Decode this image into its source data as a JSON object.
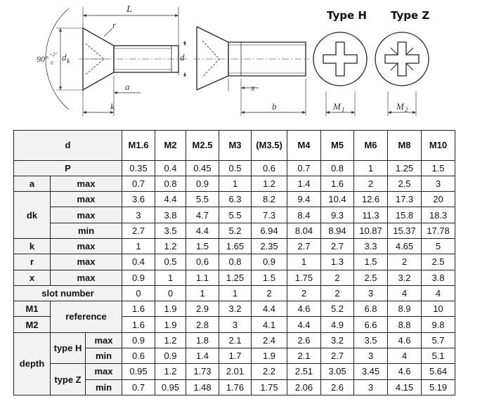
{
  "drawing": {
    "labels": {
      "L": "L",
      "r": "r",
      "angle": "90°",
      "angle_tol": "+2°",
      "angle_tol2": "0",
      "dk": "d",
      "dk_sub": "k",
      "d": "d",
      "a": "a",
      "k": "k",
      "x": "x",
      "b": "b",
      "M1": "M",
      "M1_sub": "1",
      "M2": "M",
      "M2_sub": "2"
    },
    "type_h": "Type H",
    "type_z": "Type Z"
  },
  "table": {
    "header": {
      "d": "d",
      "sizes": [
        "M1.6",
        "M2",
        "M2.5",
        "M3",
        "(M3.5)",
        "M4",
        "M5",
        "M6",
        "M8",
        "M10"
      ]
    },
    "P": {
      "label": "P",
      "values": [
        "0.35",
        "0.4",
        "0.45",
        "0.5",
        "0.6",
        "0.7",
        "0.8",
        "1",
        "1.25",
        "1.5"
      ]
    },
    "a": {
      "label": "a",
      "sub": "max",
      "values": [
        "0.7",
        "0.8",
        "0.9",
        "1",
        "1.2",
        "1.4",
        "1.6",
        "2",
        "2.5",
        "3"
      ]
    },
    "dk": {
      "label": "dk",
      "rows": [
        {
          "sub": "max",
          "values": [
            "3.6",
            "4.4",
            "5.5",
            "6.3",
            "8.2",
            "9.4",
            "10.4",
            "12.6",
            "17.3",
            "20"
          ]
        },
        {
          "sub": "max",
          "values": [
            "3",
            "3.8",
            "4.7",
            "5.5",
            "7.3",
            "8.4",
            "9.3",
            "11.3",
            "15.8",
            "18.3"
          ]
        },
        {
          "sub": "min",
          "values": [
            "2.7",
            "3.5",
            "4.4",
            "5.2",
            "6.94",
            "8.04",
            "8.94",
            "10.87",
            "15.37",
            "17.78"
          ]
        }
      ]
    },
    "k": {
      "label": "k",
      "sub": "max",
      "values": [
        "1",
        "1.2",
        "1.5",
        "1.65",
        "2.35",
        "2.7",
        "2.7",
        "3.3",
        "4.65",
        "5"
      ]
    },
    "r": {
      "label": "r",
      "sub": "max",
      "values": [
        "0.4",
        "0.5",
        "0.6",
        "0.8",
        "0.9",
        "1",
        "1.3",
        "1.5",
        "2",
        "2.5"
      ]
    },
    "x": {
      "label": "x",
      "sub": "max",
      "values": [
        "0.9",
        "1",
        "1.1",
        "1.25",
        "1.5",
        "1.75",
        "2",
        "2.5",
        "3.2",
        "3.8"
      ]
    },
    "slot": {
      "label": "slot number",
      "values": [
        "0",
        "0",
        "1",
        "1",
        "2",
        "2",
        "2",
        "3",
        "4",
        "4"
      ]
    },
    "M1": {
      "label": "M1",
      "values": [
        "1.6",
        "1.9",
        "2.9",
        "3.2",
        "4.4",
        "4.6",
        "5.2",
        "6.8",
        "8.9",
        "10"
      ]
    },
    "M2": {
      "label": "M2",
      "values": [
        "1.6",
        "1.9",
        "2.8",
        "3",
        "4.1",
        "4.4",
        "4.9",
        "6.6",
        "8.8",
        "9.8"
      ]
    },
    "M_reference": "reference",
    "depth": {
      "label": "depth",
      "typeH": {
        "label": "type H",
        "max": {
          "sub": "max",
          "values": [
            "0.9",
            "1.2",
            "1.8",
            "2.1",
            "2.4",
            "2.6",
            "3.2",
            "3.5",
            "4.6",
            "5.7"
          ]
        },
        "min": {
          "sub": "min",
          "values": [
            "0.6",
            "0.9",
            "1.4",
            "1.7",
            "1.9",
            "2.1",
            "2.7",
            "3",
            "4",
            "5.1"
          ]
        }
      },
      "typeZ": {
        "label": "type Z",
        "max": {
          "sub": "max",
          "values": [
            "0.95",
            "1.2",
            "1.73",
            "2.01",
            "2.2",
            "2.51",
            "3.05",
            "3.45",
            "4.6",
            "5.64"
          ]
        },
        "min": {
          "sub": "min",
          "values": [
            "0.7",
            "0.95",
            "1.48",
            "1.76",
            "1.75",
            "2.06",
            "2.6",
            "3",
            "4.15",
            "5.19"
          ]
        }
      }
    }
  }
}
